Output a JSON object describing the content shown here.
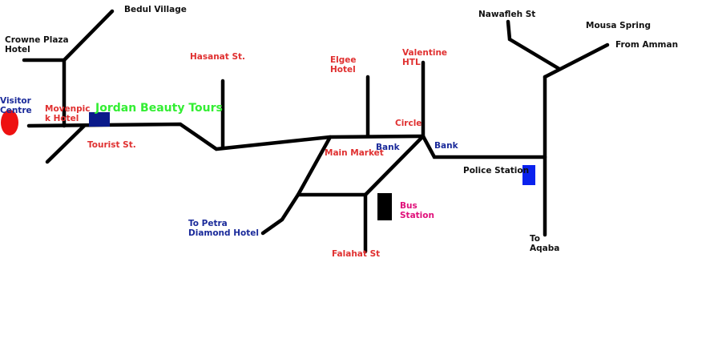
{
  "colors": {
    "road": "#000000",
    "label_black": "#111111",
    "label_red": "#e03030",
    "label_navy": "#1a2a9a",
    "label_green": "#33ee33",
    "label_pink": "#e0107a",
    "visitor_centre_marker": "#ee1111",
    "jordan_beauty_tours_marker": "#0a1a8a",
    "bus_station_marker": "#000000",
    "police_station_marker": "#0a22ee"
  },
  "labels": {
    "bedul_village": "Bedul Village",
    "crowne_plaza": "Crowne Plaza\nHotel",
    "visitor_centre": "Visitor\nCentre",
    "movenpick": "Movenpic\nk Hotel",
    "jordan_beauty_tours": "Jordan Beauty Tours",
    "tourist_st": "Tourist St.",
    "hasanat_st": "Hasanat St.",
    "elgee_hotel": "Elgee\nHotel",
    "valentine_htl": "Valentine\nHTL",
    "circle": "Circle",
    "main_market": "Main Market",
    "bank_1": "Bank",
    "bank_2": "Bank",
    "nawafleh_st": "Nawafleh St",
    "mousa_spring": "Mousa Spring",
    "from_amman": "From Amman",
    "police_station": "Police Station",
    "bus_station": "Bus\nStation",
    "to_petra_diamond": "To Petra\nDiamond Hotel",
    "falahat_st": "Falahat St",
    "to_aqaba": "To\nAqaba"
  }
}
